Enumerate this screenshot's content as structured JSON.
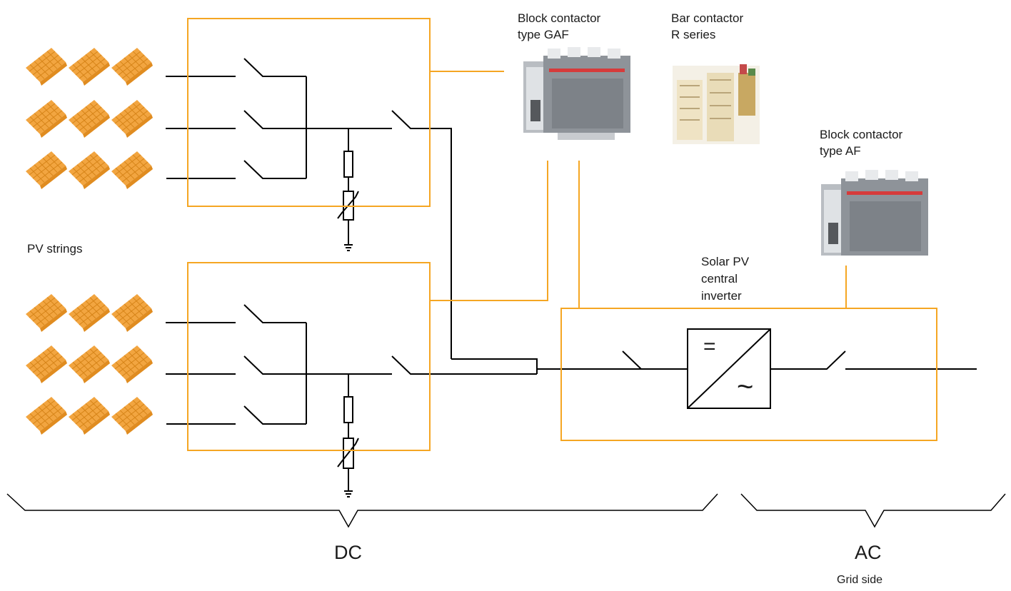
{
  "labels": {
    "pv_strings": "PV strings",
    "gaf": [
      "Block contactor",
      "type GAF"
    ],
    "r_series": [
      "Bar contactor",
      "R series"
    ],
    "af": [
      "Block contactor",
      "type AF"
    ],
    "inverter": [
      "Solar PV",
      "central",
      "inverter"
    ],
    "dc": "DC",
    "ac": "AC",
    "grid_side": "Grid side",
    "dc_symbol": "=",
    "ac_symbol": "~"
  },
  "colors": {
    "accent": "#f5a623",
    "panel": "#f2a540",
    "panel_grid": "#d68418",
    "line": "#000000",
    "text": "#1a1a1a"
  },
  "icons": {
    "pv_panel": "solar-panel-icon",
    "contactor": "block-contactor-icon",
    "bar_contactor": "bar-contactor-icon",
    "ground": "ground-icon",
    "fuse": "fuse-icon",
    "varistor": "varistor-icon"
  }
}
